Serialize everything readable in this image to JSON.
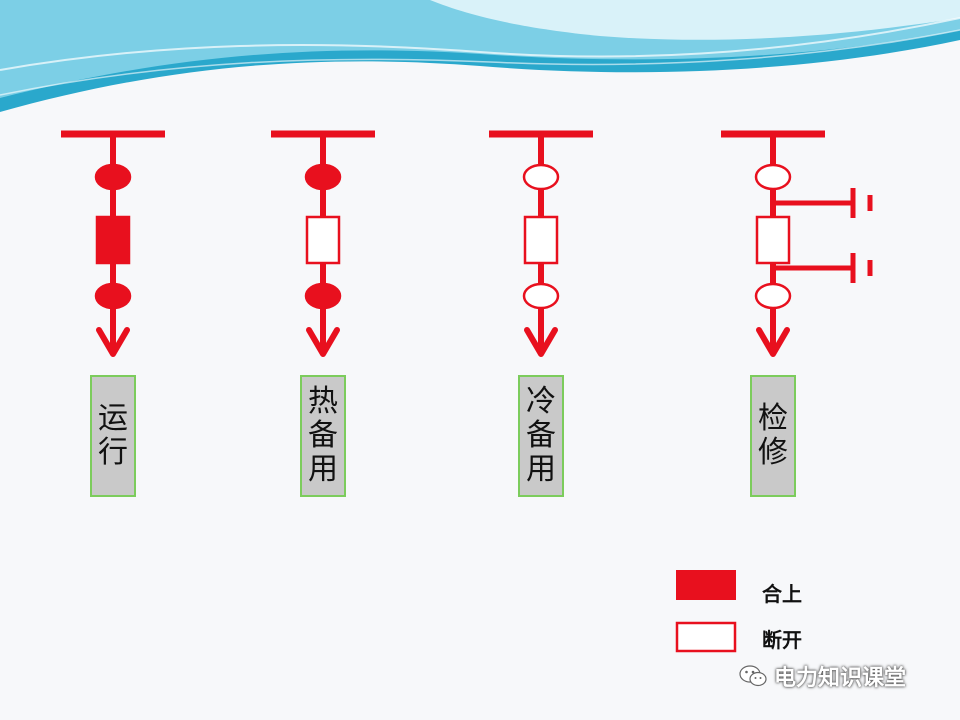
{
  "states": [
    {
      "label": [
        "运",
        "行"
      ],
      "disconnector_top": "closed",
      "breaker": "closed",
      "disconnector_bottom": "closed",
      "grounding": false
    },
    {
      "label": [
        "热",
        "备",
        "用"
      ],
      "disconnector_top": "closed",
      "breaker": "open",
      "disconnector_bottom": "closed",
      "grounding": false
    },
    {
      "label": [
        "冷",
        "备",
        "用"
      ],
      "disconnector_top": "open",
      "breaker": "open",
      "disconnector_bottom": "open",
      "grounding": false
    },
    {
      "label": [
        "检",
        "修"
      ],
      "disconnector_top": "open",
      "breaker": "open",
      "disconnector_bottom": "open",
      "grounding": true
    }
  ],
  "legend": {
    "closed_label": "合上",
    "open_label": "断开"
  },
  "watermark": {
    "text": "电力知识课堂",
    "icon": "wechat-icon"
  },
  "colors": {
    "line": "#e8101e",
    "label_bg": "#c9c9c9",
    "label_border": "#7ccc5c",
    "wave_dark": "#1fa6c9",
    "wave_light": "#bfe9f4"
  }
}
